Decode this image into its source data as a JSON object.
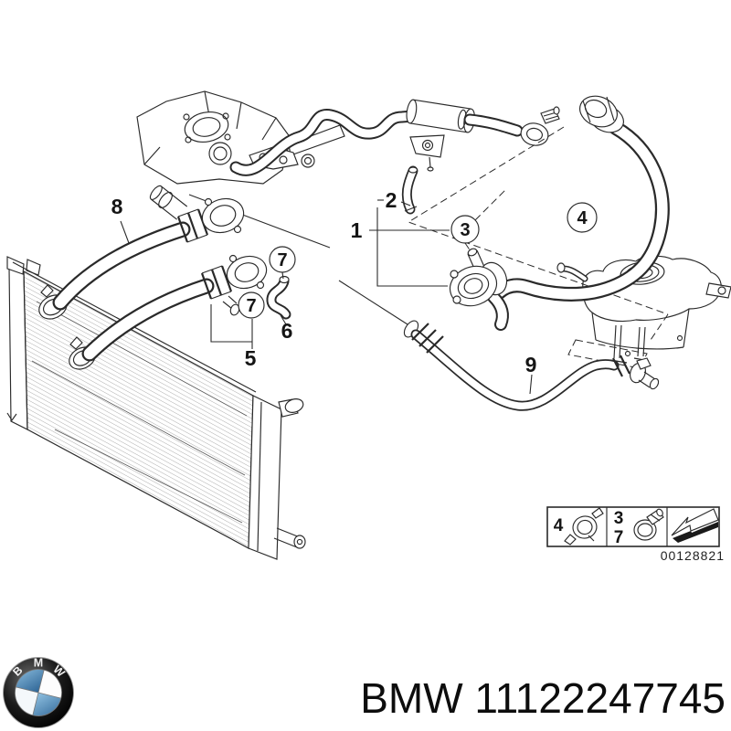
{
  "page": {
    "background": "#ffffff",
    "kind": "parts-diagram-product-image"
  },
  "diagram": {
    "subject": "cooling-system-hoses",
    "callouts": {
      "c1": "1",
      "c2": "2",
      "c3": "3",
      "c4": "4",
      "c5": "5",
      "c6": "6",
      "c7": "7",
      "c8": "8",
      "c9": "9"
    },
    "legend": {
      "spring_clamp_ref": "4",
      "worm_clamp_ref_top": "3",
      "worm_clamp_ref_bottom": "7",
      "image_number": "00128821"
    }
  },
  "footer": {
    "part_text": "BMW 11122247745",
    "logo_letters": [
      "B",
      "M",
      "W"
    ]
  },
  "colors": {
    "line": "#2a2a2a",
    "bmw_blue_dark": "#2e6596",
    "bmw_blue_light": "#8fc0e0",
    "background": "#ffffff"
  }
}
